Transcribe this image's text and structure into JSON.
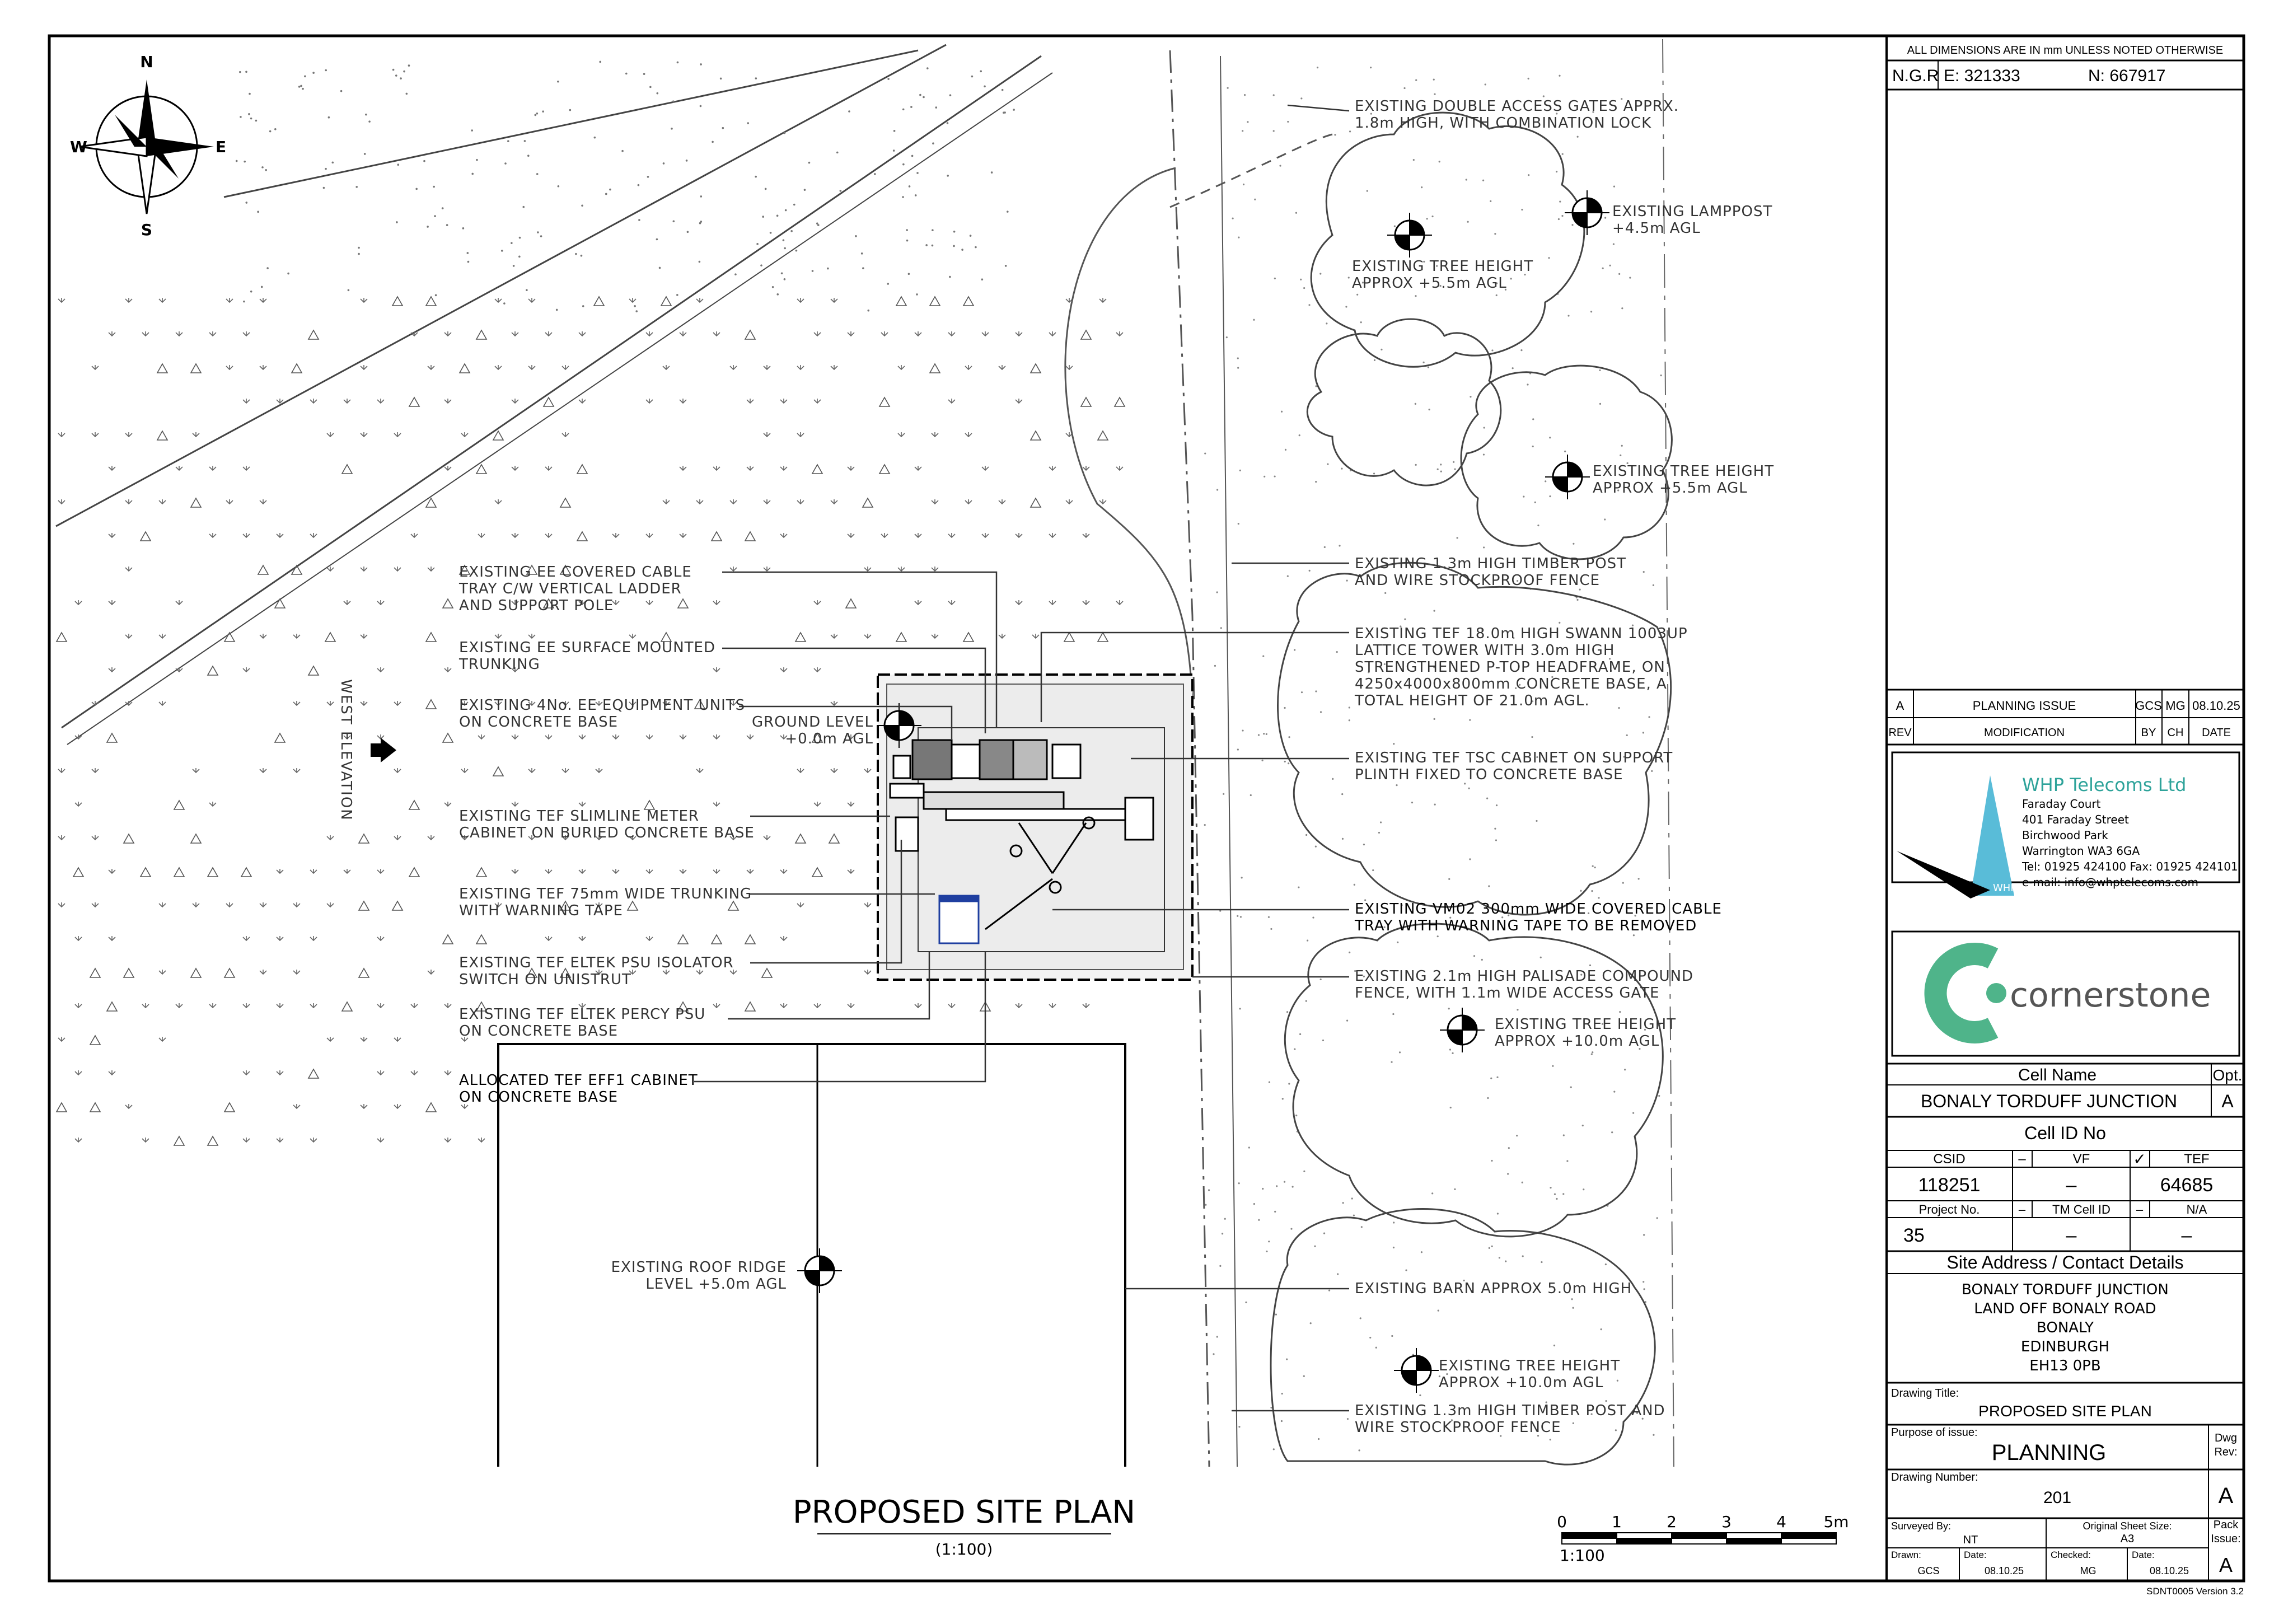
{
  "compass": {
    "n": "N",
    "s": "S",
    "e": "E",
    "w": "W"
  },
  "west_elevation": "WEST ELEVATION",
  "annotations": {
    "a1": [
      "EXISTING EE COVERED CABLE",
      "TRAY C/W VERTICAL LADDER",
      "AND SUPPORT POLE"
    ],
    "a2": [
      "EXISTING EE SURFACE MOUNTED",
      "TRUNKING"
    ],
    "a3": [
      "EXISTING 4No. EE EQUIPMENT UNITS",
      "ON CONCRETE BASE"
    ],
    "a4": [
      "GROUND LEVEL",
      "+0.0m AGL"
    ],
    "a5": [
      "EXISTING TEF SLIMLINE METER",
      "CABINET ON BURIED CONCRETE BASE"
    ],
    "a6": [
      "EXISTING TEF 75mm WIDE TRUNKING",
      "WITH WARNING TAPE"
    ],
    "a7": [
      "EXISTING TEF ELTEK PSU ISOLATOR",
      "SWITCH ON UNISTRUT"
    ],
    "a8": [
      "EXISTING TEF ELTEK PERCY PSU",
      "ON CONCRETE BASE"
    ],
    "a9": [
      "ALLOCATED TEF EFF1 CABINET",
      "ON CONCRETE BASE"
    ],
    "a10": [
      "EXISTING ROOF RIDGE",
      "LEVEL +5.0m AGL"
    ],
    "r1": [
      "EXISTING DOUBLE ACCESS GATES APPRX.",
      "1.8m HIGH, WITH COMBINATION LOCK"
    ],
    "r2": [
      "EXISTING LAMPPOST",
      "+4.5m AGL"
    ],
    "r3": [
      "EXISTING TREE HEIGHT",
      "APPROX +5.5m AGL"
    ],
    "r4": [
      "EXISTING TREE HEIGHT",
      "APPROX +5.5m AGL"
    ],
    "r5": [
      "EXISTING 1.3m HIGH TIMBER POST",
      "AND WIRE STOCKPROOF FENCE"
    ],
    "r6": [
      "EXISTING TEF 18.0m HIGH SWANN 1003UP",
      "LATTICE TOWER WITH 3.0m HIGH",
      "STRENGTHENED P-TOP HEADFRAME, ON",
      "4250x4000x800mm CONCRETE BASE, A",
      "TOTAL HEIGHT OF 21.0m AGL."
    ],
    "r7": [
      "EXISTING TEF TSC CABINET ON SUPPORT",
      "PLINTH FIXED TO CONCRETE BASE"
    ],
    "r8": [
      "EXISTING VM02 300mm WIDE COVERED CABLE",
      "TRAY WITH WARNING TAPE TO BE REMOVED"
    ],
    "r9": [
      "EXISTING 2.1m HIGH PALISADE COMPOUND",
      "FENCE, WITH 1.1m WIDE ACCESS GATE"
    ],
    "r10": [
      "EXISTING TREE HEIGHT",
      "APPROX +10.0m AGL"
    ],
    "r11": [
      "EXISTING BARN APPROX 5.0m HIGH"
    ],
    "r12": [
      "EXISTING TREE HEIGHT",
      "APPROX +10.0m AGL"
    ],
    "r13": [
      "EXISTING 1.3m HIGH TIMBER POST AND",
      "WIRE STOCKPROOF FENCE"
    ]
  },
  "plan_title": "PROPOSED SITE PLAN",
  "plan_scale": "(1:100)",
  "scale_bar": {
    "ticks": [
      "0",
      "1",
      "2",
      "3",
      "4",
      "5m"
    ],
    "label": "1:100"
  },
  "title_block": {
    "dims_note": "ALL DIMENSIONS ARE IN mm UNLESS NOTED OTHERWISE",
    "ngr_label": "N.G.R",
    "easting": "E: 321333",
    "northing": "N:  667917",
    "rev": {
      "rev": "A",
      "description": "PLANNING ISSUE",
      "by": "GCS",
      "ch": "MG",
      "date": "08.10.25"
    },
    "rev_headers": {
      "rev": "REV",
      "modification": "MODIFICATION",
      "by": "BY",
      "ch": "CH",
      "date": "DATE"
    },
    "company": {
      "name": "WHP Telecoms Ltd",
      "lines": [
        "Faraday Court",
        "401 Faraday Street",
        "Birchwood Park",
        "Warrington WA3 6GA",
        "Tel: 01925 424100  Fax: 01925 424101",
        "e-mail: info@whptelecoms.com"
      ],
      "logo_mark": "WHP"
    },
    "client": "cornerstone",
    "cell_name_label": "Cell Name",
    "opt_label": "Opt.",
    "cell_name": "BONALY TORDUFF JUNCTION",
    "opt": "A",
    "cell_id_label": "Cell ID No",
    "csid_label": "CSID",
    "vf_label": "VF",
    "tef_label": "TEF",
    "dash": "–",
    "check": "✓",
    "csid": "118251",
    "vf": "–",
    "tef": "64685",
    "project_label": "Project No.",
    "tm_label": "TM Cell ID",
    "na_label": "N/A",
    "project": "35",
    "tm": "–",
    "na": "–",
    "address_label": "Site Address / Contact Details",
    "address": [
      "BONALY TORDUFF JUNCTION",
      "LAND OFF BONALY ROAD",
      "BONALY",
      "EDINBURGH",
      "EH13 0PB"
    ],
    "drawing_title_label": "Drawing Title:",
    "drawing_title": "PROPOSED SITE PLAN",
    "purpose_label": "Purpose of issue:",
    "purpose": "PLANNING",
    "dwg_rev_label": [
      "Dwg",
      "Rev:"
    ],
    "drawing_number_label": "Drawing Number:",
    "drawing_number": "201",
    "dwg_rev": "A",
    "surveyed_label": "Surveyed By:",
    "surveyed": "NT",
    "sheet_size_label": "Original Sheet Size:",
    "sheet_size": "A3",
    "pack_label": [
      "Pack",
      "Issue:"
    ],
    "pack": "A",
    "drawn_label": "Drawn:",
    "drawn": "GCS",
    "date_label": "Date:",
    "date1": "08.10.25",
    "checked_label": "Checked:",
    "checked": "MG",
    "date2_label": "Date:",
    "date2": "08.10.25",
    "version": "SDNT0005 Version 3.2"
  },
  "colors": {
    "ink": "#000000",
    "grey": "#555555",
    "teal": "#2ea39a",
    "brand_blue": "#59bcd8",
    "cornerstone_green": "#4fb48a",
    "equipment_blue": "#1f3fa0"
  }
}
